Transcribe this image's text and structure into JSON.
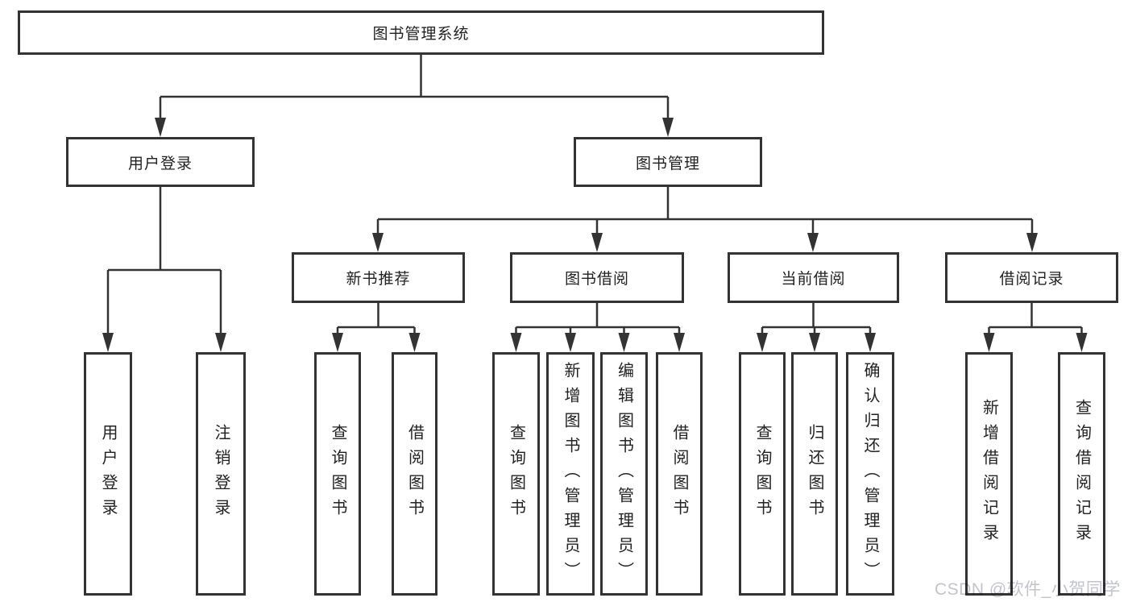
{
  "colors": {
    "line": "#333333",
    "box_border": "#333333",
    "text": "#222222",
    "watermark": "#c2c3cd",
    "background": "#ffffff"
  },
  "watermark": {
    "text": "CSDN @软件_小贺同学"
  },
  "tree": {
    "root": "图书管理系统",
    "children": [
      {
        "label": "用户登录",
        "children": [
          {
            "label": "用户登录"
          },
          {
            "label": "注销登录"
          }
        ]
      },
      {
        "label": "图书管理",
        "children": [
          {
            "label": "新书推荐",
            "children": [
              {
                "label": "查询图书"
              },
              {
                "label": "借阅图书"
              }
            ]
          },
          {
            "label": "图书借阅",
            "children": [
              {
                "label": "查询图书"
              },
              {
                "label": "新增图书（管理员）"
              },
              {
                "label": "编辑图书（管理员）"
              },
              {
                "label": "借阅图书"
              }
            ]
          },
          {
            "label": "当前借阅",
            "children": [
              {
                "label": "查询图书"
              },
              {
                "label": "归还图书"
              },
              {
                "label": "确认归还（管理员）"
              }
            ]
          },
          {
            "label": "借阅记录",
            "children": [
              {
                "label": "新增借阅记录"
              },
              {
                "label": "查询借阅记录"
              }
            ]
          }
        ]
      }
    ]
  }
}
